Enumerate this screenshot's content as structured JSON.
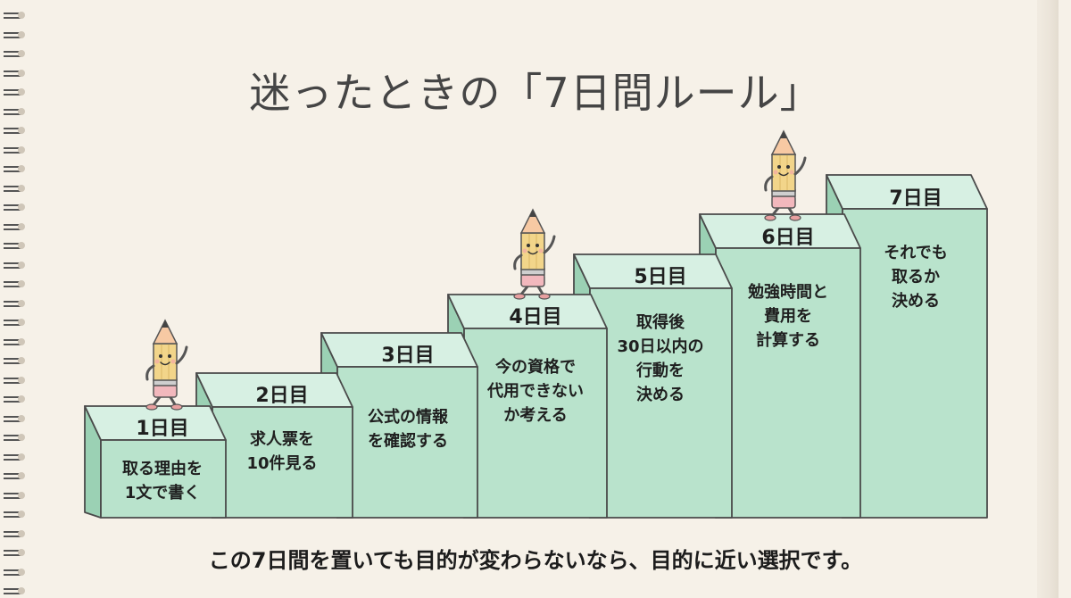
{
  "title": "迷ったときの「7日間ルール」",
  "steps": [
    {
      "day": "1日目",
      "text": "取る理由を\n1文で書く"
    },
    {
      "day": "2日目",
      "text": "求人票を\n10件見る"
    },
    {
      "day": "3日目",
      "text": "公式の情報\nを確認する"
    },
    {
      "day": "4日目",
      "text": "今の資格で\n代用できない\nか考える"
    },
    {
      "day": "5日目",
      "text": "取得後\n30日以内の\n行動を\n決める"
    },
    {
      "day": "6日目",
      "text": "勉強時間と\n費用を\n計算する"
    },
    {
      "day": "7日目",
      "text": "それでも\n取るか\n決める"
    }
  ],
  "footer": "この7日間を置いても目的が変わらないなら、目的に近い選択です。",
  "colors": {
    "step_front": "#b9e3cc",
    "step_top": "#d7f0e3",
    "step_side": "#9bd1b4",
    "outline": "#4a4a4a",
    "pencil_body": "#f2d58a",
    "pencil_tip": "#f7c9a3"
  },
  "icons": [
    "pencil-character-icon"
  ]
}
